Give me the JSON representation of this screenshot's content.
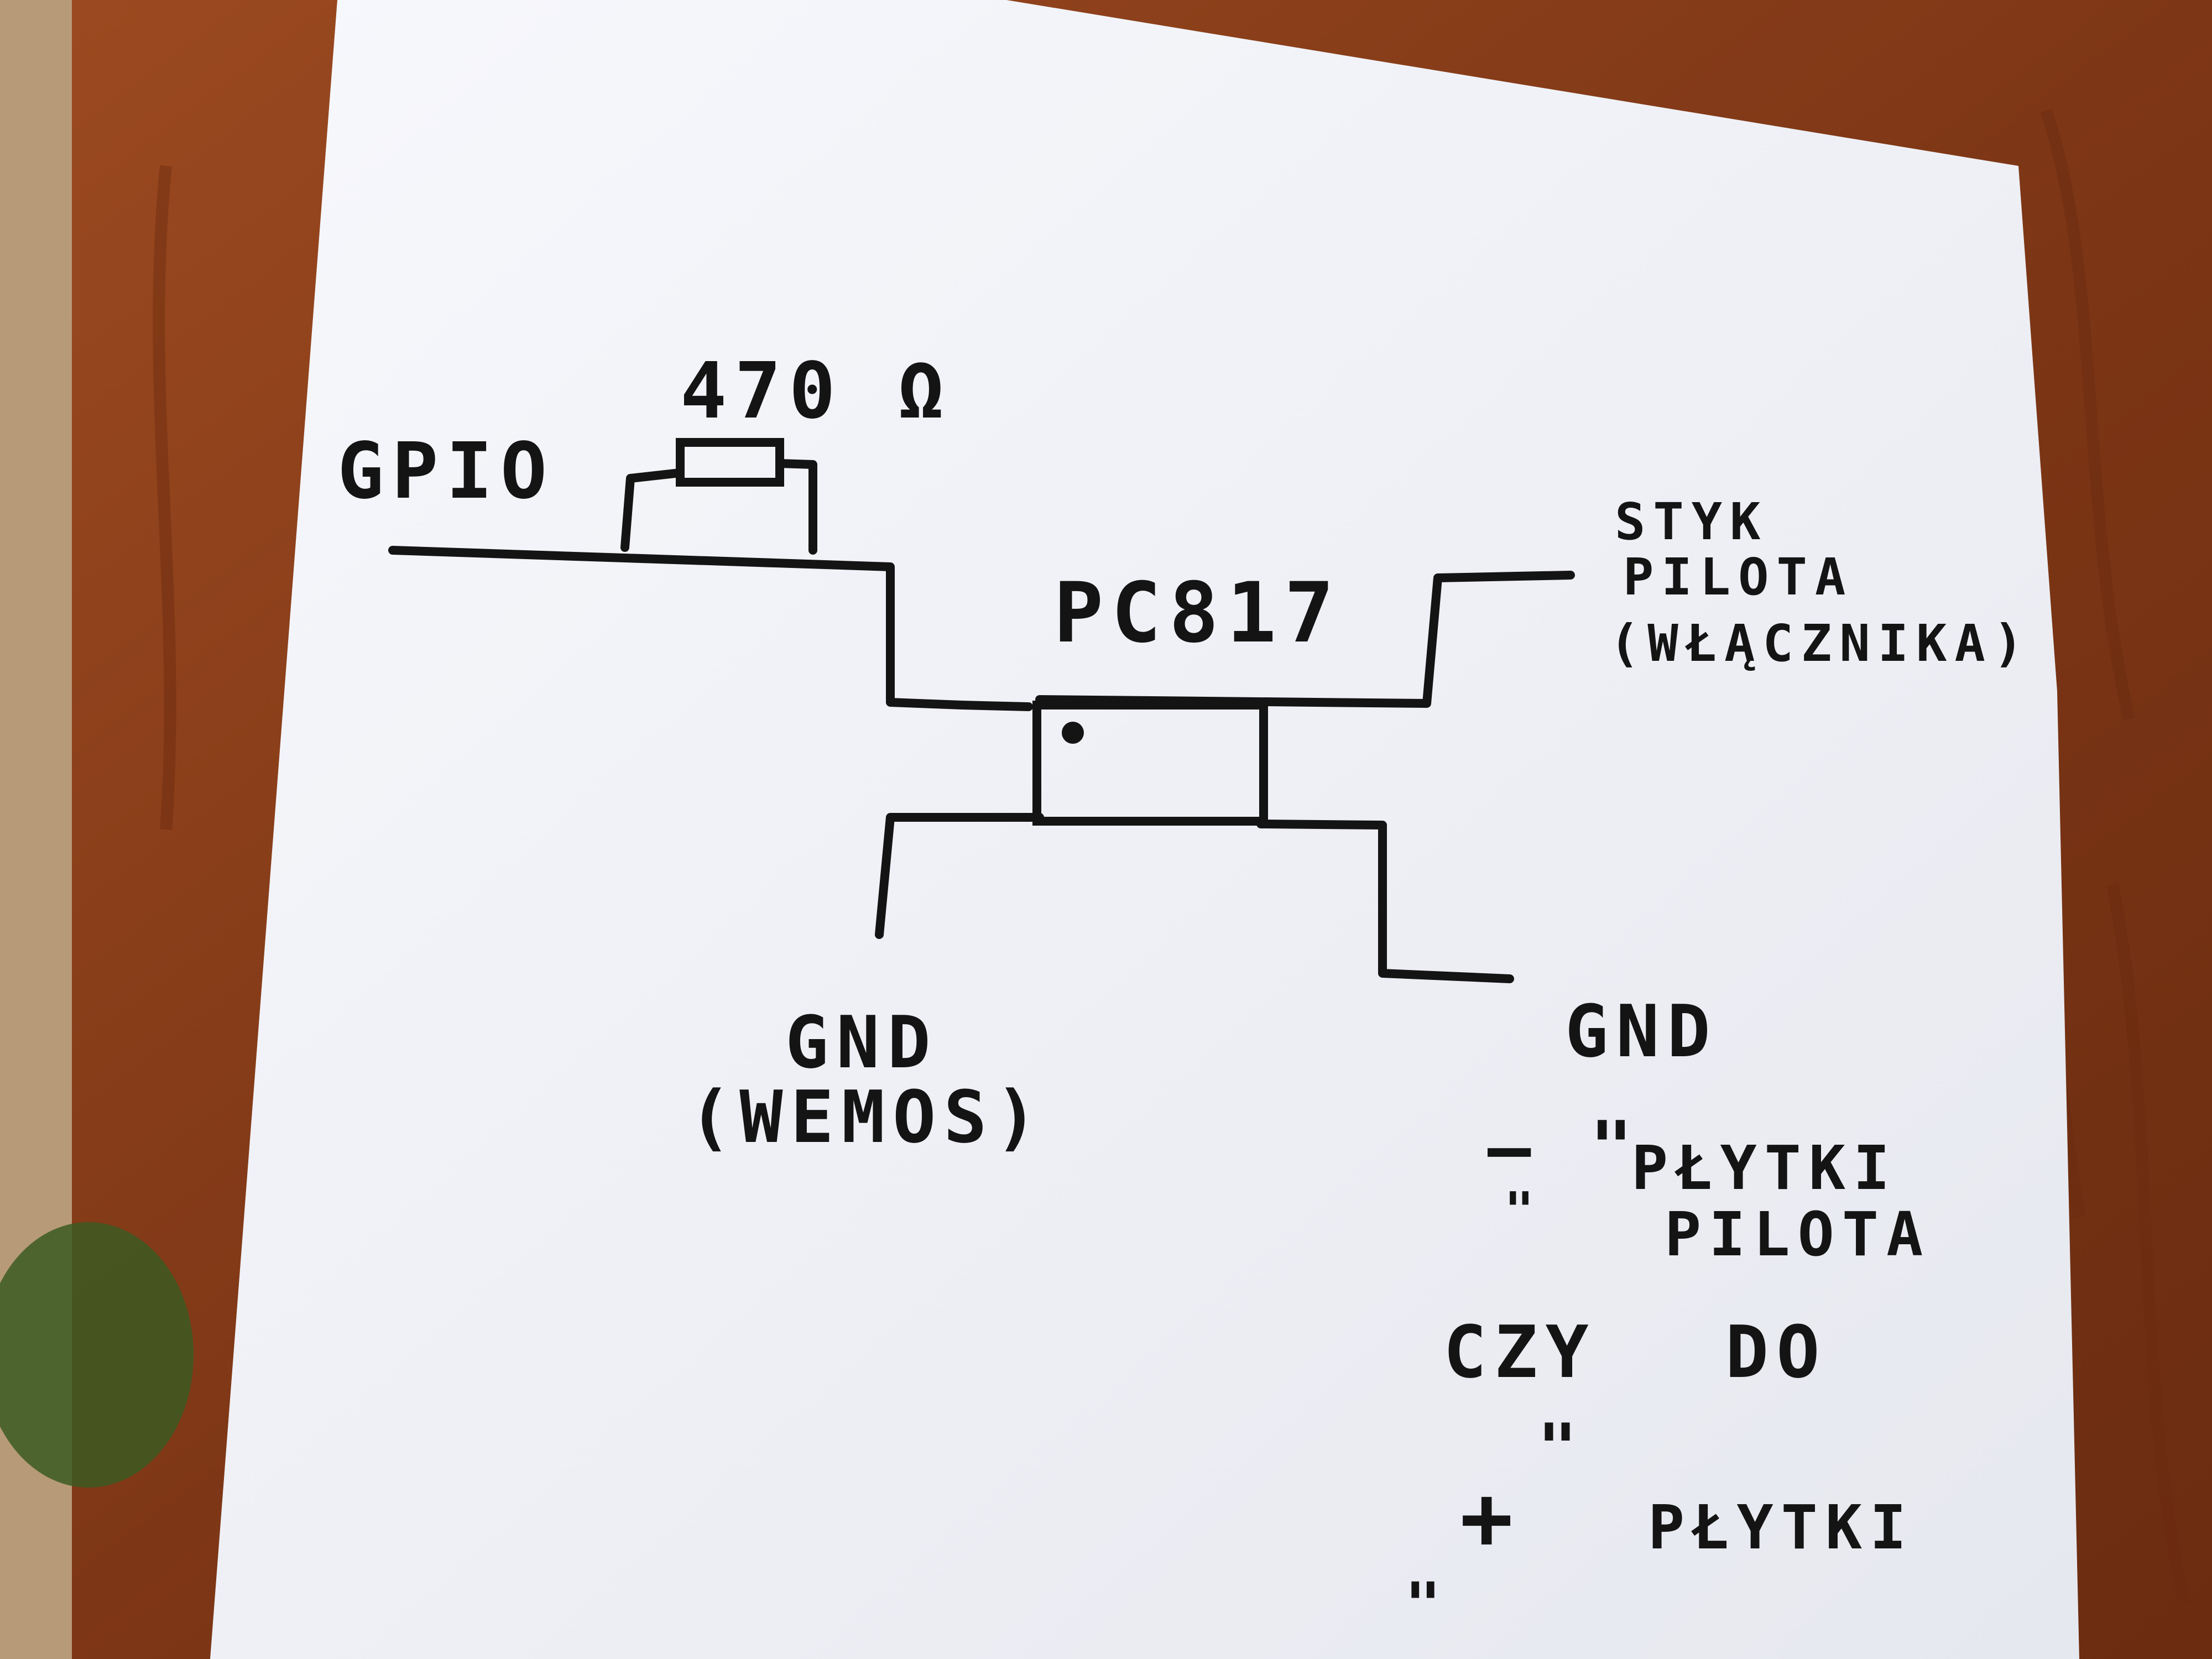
{
  "labels": {
    "gpio": "GPIO",
    "resistor_value": "470 Ω",
    "chip": "PC817",
    "styk_line1": "STYK",
    "styk_line2": "PILOTA",
    "styk_line3": "(WŁĄCZNIKA)",
    "gnd_left_line1": "GND",
    "gnd_left_line2": "(WEMOS)",
    "gnd_right": "GND",
    "note_line1_mark": "– \"",
    "note_line1_text": "PŁYTKI",
    "note_line2_mark": "\"",
    "note_line2_text": "PILOTA",
    "note_line3_a": "CZY",
    "note_line3_b": "DO",
    "note_line4_mark": "\"",
    "note_line5_mark": "+",
    "note_line5_text": "PŁYTKI",
    "note_line6_mark": "\""
  },
  "colors": {
    "wood": "#8a3f1c",
    "paper": "#f3f4f8",
    "ink": "#141414"
  }
}
